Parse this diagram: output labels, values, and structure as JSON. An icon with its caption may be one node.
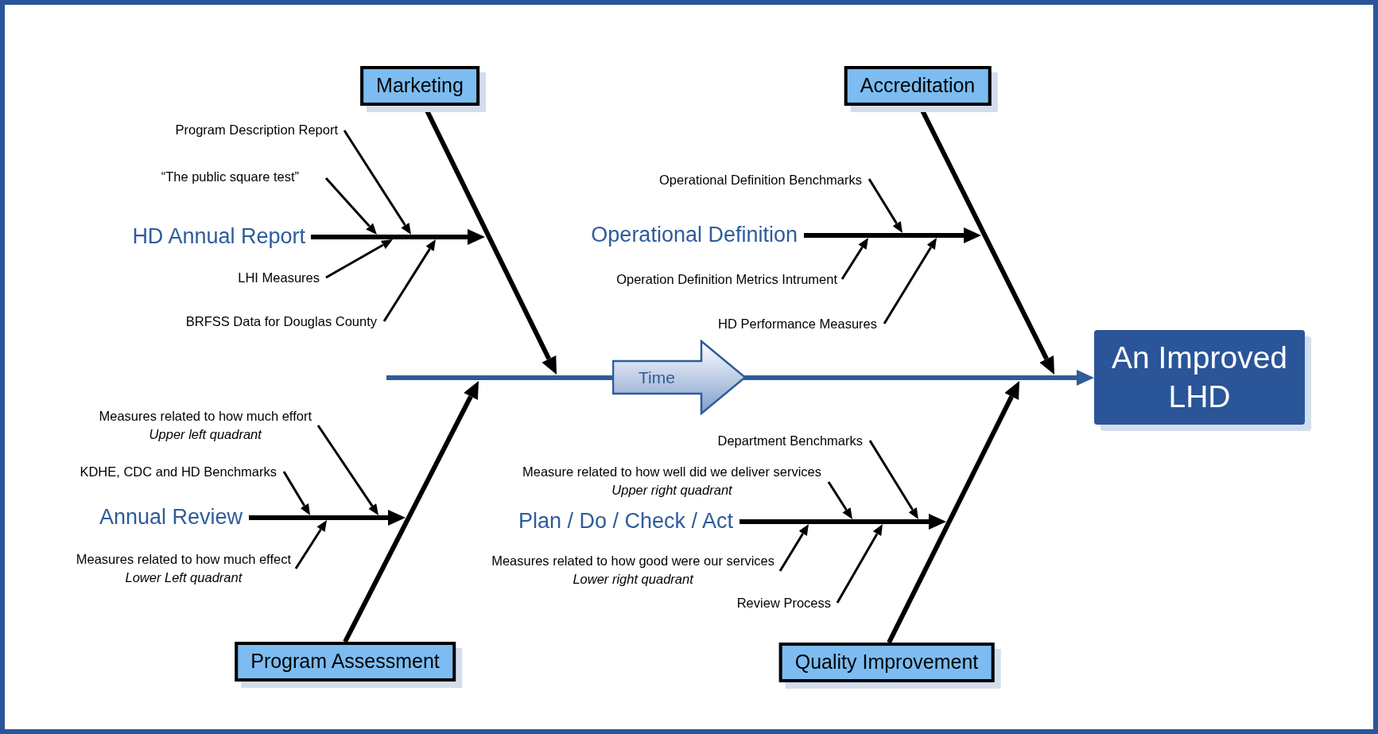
{
  "diagram": {
    "nodes": [
      {
        "text": [
          "Marketing"
        ]
      },
      {
        "text": [
          "HD Annual Report"
        ]
      },
      {
        "text": [
          "Program Description Report"
        ]
      },
      {
        "text": [
          "“The public square test”"
        ]
      },
      {
        "text": [
          "LHI Measures"
        ]
      },
      {
        "text": [
          "BRFSS Data for Douglas County"
        ]
      },
      {
        "text": [
          "Accreditation"
        ]
      },
      {
        "text": [
          "Operational Definition"
        ]
      },
      {
        "text": [
          "Operational Definition Benchmarks"
        ]
      },
      {
        "text": [
          "Operation Definition Metrics Intrument"
        ]
      },
      {
        "text": [
          "HD Performance Measures"
        ]
      },
      {
        "text": [
          "Time"
        ]
      },
      {
        "text": [
          "An Improved LHD"
        ]
      },
      {
        "text": [
          "Annual Review"
        ]
      },
      {
        "text": [
          "Measures related to how much effort",
          "Upper left quadrant"
        ]
      },
      {
        "text": [
          "KDHE, CDC and HD Benchmarks"
        ]
      },
      {
        "text": [
          "Measures related to how much effect",
          "Lower Left quadrant"
        ]
      },
      {
        "text": [
          "Program Assessment"
        ]
      },
      {
        "text": [
          "Plan / Do / Check / Act"
        ]
      },
      {
        "text": [
          "Department Benchmarks"
        ]
      },
      {
        "text": [
          "Measure related to how well did we deliver services",
          "Upper right quadrant"
        ]
      },
      {
        "text": [
          "Measures related to how good were our services",
          "Lower right quadrant"
        ]
      },
      {
        "text": [
          "Review Process"
        ]
      },
      {
        "text": [
          "Quality Improvement"
        ]
      }
    ],
    "edges": [
      {
        "from": null,
        "to": 12,
        "arrow": "to",
        "style": "thick",
        "color": "#2e5c9a"
      },
      {
        "from": 0,
        "to": null,
        "arrow": "to",
        "style": "thick"
      },
      {
        "from": 6,
        "to": null,
        "arrow": "to",
        "style": "thick"
      },
      {
        "from": 17,
        "to": null,
        "arrow": "to",
        "style": "thick"
      },
      {
        "from": 23,
        "to": null,
        "arrow": "to",
        "style": "thick"
      },
      {
        "from": 1,
        "to": null,
        "arrow": "to",
        "style": "thick"
      },
      {
        "from": 7,
        "to": null,
        "arrow": "to",
        "style": "thick"
      },
      {
        "from": 13,
        "to": null,
        "arrow": "to",
        "style": "thick"
      },
      {
        "from": 18,
        "to": null,
        "arrow": "to",
        "style": "thick"
      },
      {
        "from": 2,
        "to": null,
        "arrow": "to"
      },
      {
        "from": 3,
        "to": null,
        "arrow": "to"
      },
      {
        "from": 4,
        "to": null,
        "arrow": "to"
      },
      {
        "from": 5,
        "to": null,
        "arrow": "to"
      },
      {
        "from": 8,
        "to": null,
        "arrow": "to"
      },
      {
        "from": 9,
        "to": null,
        "arrow": "to"
      },
      {
        "from": 10,
        "to": null,
        "arrow": "to"
      },
      {
        "from": 14,
        "to": null,
        "arrow": "to"
      },
      {
        "from": 15,
        "to": null,
        "arrow": "to"
      },
      {
        "from": 16,
        "to": null,
        "arrow": "to"
      },
      {
        "from": 19,
        "to": null,
        "arrow": "to"
      },
      {
        "from": 20,
        "to": null,
        "arrow": "to"
      },
      {
        "from": 21,
        "to": null,
        "arrow": "to"
      },
      {
        "from": 22,
        "to": null,
        "arrow": "to"
      }
    ]
  }
}
